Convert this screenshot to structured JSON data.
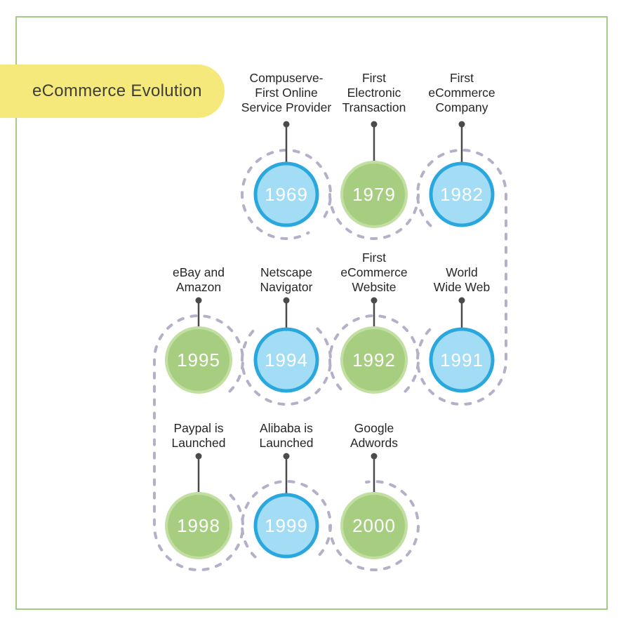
{
  "title": {
    "text": "eCommerce Evolution"
  },
  "palette": {
    "frame_border": "#a3cd86",
    "title_bg": "#f6e97c",
    "title_text": "#3f3e38",
    "blue_fill": "#a2ddf5",
    "blue_stroke": "#2aa8de",
    "green_fill": "#a7ce80",
    "green_stroke": "#c2dfa2",
    "dashed_path": "#b5b0c9",
    "connector": "#4b4b49",
    "year_text": "#ffffff",
    "label_text": "#262626"
  },
  "timeline": {
    "milestones": [
      {
        "year": "1969",
        "label": "Compuserve-\nFirst Online\nService Provider",
        "variant": "blue",
        "row": 0,
        "col": 1
      },
      {
        "year": "1979",
        "label": "First\nElectronic\nTransaction",
        "variant": "green",
        "row": 0,
        "col": 2
      },
      {
        "year": "1982",
        "label": "First\neCommerce\nCompany",
        "variant": "blue",
        "row": 0,
        "col": 3
      },
      {
        "year": "1995",
        "label": "eBay and\nAmazon",
        "variant": "green",
        "row": 1,
        "col": 0
      },
      {
        "year": "1994",
        "label": "Netscape\nNavigator",
        "variant": "blue",
        "row": 1,
        "col": 1
      },
      {
        "year": "1992",
        "label": "First\neCommerce\nWebsite",
        "variant": "green",
        "row": 1,
        "col": 2
      },
      {
        "year": "1991",
        "label": "World\nWide Web",
        "variant": "blue",
        "row": 1,
        "col": 3
      },
      {
        "year": "1998",
        "label": "Paypal is\nLaunched",
        "variant": "green",
        "row": 2,
        "col": 0
      },
      {
        "year": "1999",
        "label": "Alibaba is\nLaunched",
        "variant": "blue",
        "row": 2,
        "col": 1
      },
      {
        "year": "2000",
        "label": "Google\nAdwords",
        "variant": "green",
        "row": 2,
        "col": 2
      }
    ]
  }
}
